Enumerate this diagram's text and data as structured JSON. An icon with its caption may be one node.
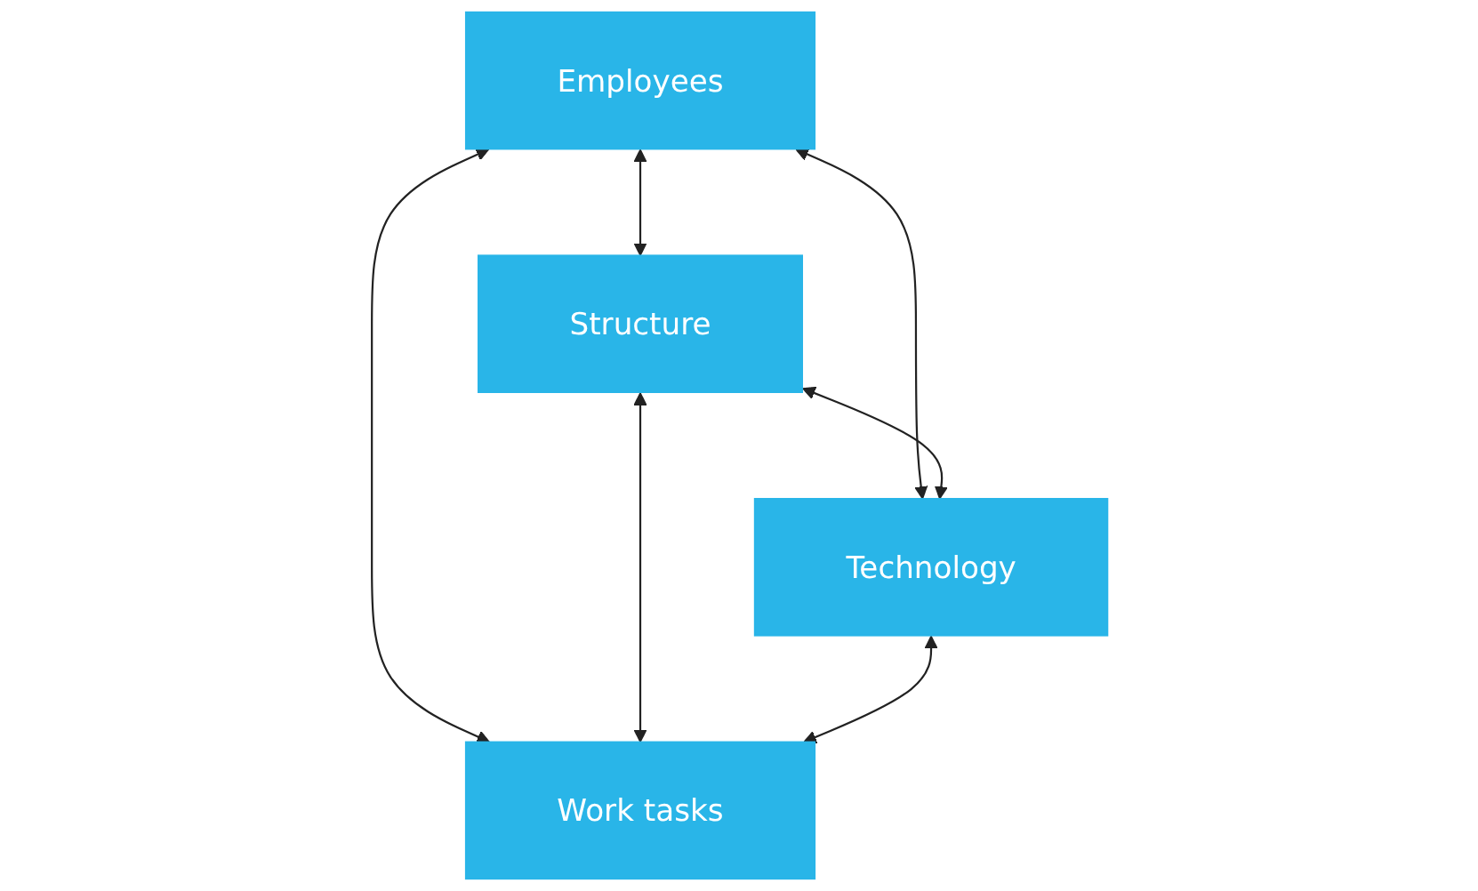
{
  "diagram": {
    "nodes": [
      {
        "text": [
          "Employees"
        ]
      },
      {
        "text": [
          "Structure"
        ]
      },
      {
        "text": [
          "Work tasks"
        ]
      },
      {
        "text": [
          "Technology"
        ]
      }
    ],
    "edges": [
      {
        "from": 0,
        "to": 1,
        "arrow": "both"
      },
      {
        "from": 0,
        "to": 2,
        "arrow": "both"
      },
      {
        "from": 0,
        "to": 3,
        "arrow": "both"
      },
      {
        "from": 1,
        "to": 2,
        "arrow": "both"
      },
      {
        "from": 1,
        "to": 3,
        "arrow": "both"
      },
      {
        "from": 3,
        "to": 2,
        "arrow": "both"
      }
    ]
  }
}
